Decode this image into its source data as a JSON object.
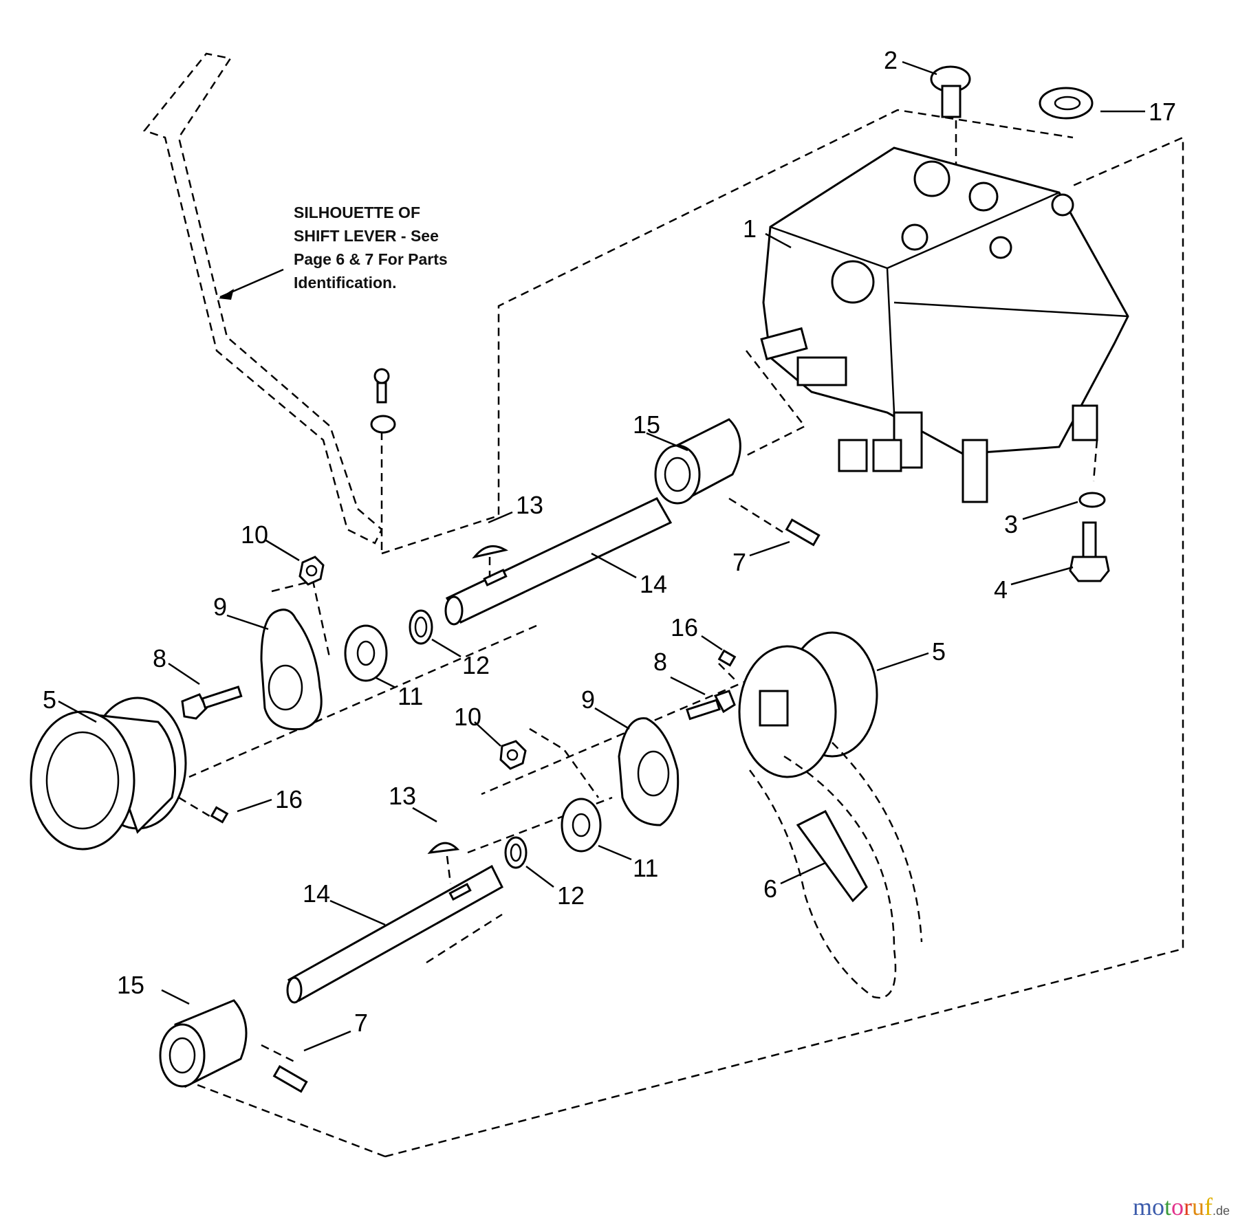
{
  "note": {
    "text": "SILHOUETTE OF\nSHIFT LEVER - See\nPage 6 & 7 For Parts\nIdentification."
  },
  "callouts": [
    {
      "id": "c1",
      "label": "1"
    },
    {
      "id": "c2",
      "label": "2"
    },
    {
      "id": "c3",
      "label": "3"
    },
    {
      "id": "c4",
      "label": "4"
    },
    {
      "id": "c5a",
      "label": "5"
    },
    {
      "id": "c5b",
      "label": "5"
    },
    {
      "id": "c6",
      "label": "6"
    },
    {
      "id": "c7a",
      "label": "7"
    },
    {
      "id": "c7b",
      "label": "7"
    },
    {
      "id": "c8a",
      "label": "8"
    },
    {
      "id": "c8b",
      "label": "8"
    },
    {
      "id": "c9a",
      "label": "9"
    },
    {
      "id": "c9b",
      "label": "9"
    },
    {
      "id": "c10a",
      "label": "10"
    },
    {
      "id": "c10b",
      "label": "10"
    },
    {
      "id": "c11a",
      "label": "11"
    },
    {
      "id": "c11b",
      "label": "11"
    },
    {
      "id": "c12a",
      "label": "12"
    },
    {
      "id": "c12b",
      "label": "12"
    },
    {
      "id": "c13a",
      "label": "13"
    },
    {
      "id": "c13b",
      "label": "13"
    },
    {
      "id": "c14a",
      "label": "14"
    },
    {
      "id": "c14b",
      "label": "14"
    },
    {
      "id": "c15a",
      "label": "15"
    },
    {
      "id": "c15b",
      "label": "15"
    },
    {
      "id": "c16a",
      "label": "16"
    },
    {
      "id": "c16b",
      "label": "16"
    },
    {
      "id": "c17",
      "label": "17"
    }
  ],
  "watermark": {
    "letters": [
      "m",
      "o",
      "t",
      "o",
      "r",
      "u",
      "f"
    ],
    "colors": [
      "#3b5bab",
      "#3b5bab",
      "#3a9a3a",
      "#e2328a",
      "#e04020",
      "#e08a10",
      "#e0b000"
    ],
    "suffix": ".de"
  }
}
